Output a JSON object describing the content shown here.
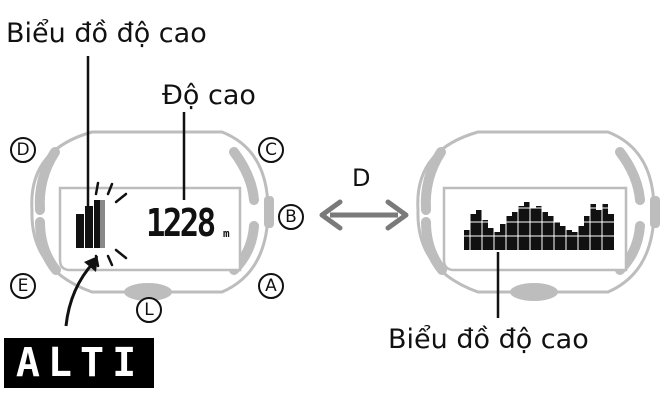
{
  "labels": {
    "altitude_graph_top": "Biểu đồ độ cao",
    "altitude": "Độ cao",
    "altitude_graph_bottom": "Biểu đồ độ cao",
    "switch_button": "D"
  },
  "buttons": {
    "a": "A",
    "b": "B",
    "c": "C",
    "d": "D",
    "e": "E",
    "l": "L"
  },
  "display": {
    "altitude_value": "1228",
    "altitude_unit": "m",
    "mode_label": "ALTI"
  },
  "colors": {
    "bezel": "#bdbdbd",
    "arrow": "#7a7a7a",
    "ink": "#111111"
  }
}
